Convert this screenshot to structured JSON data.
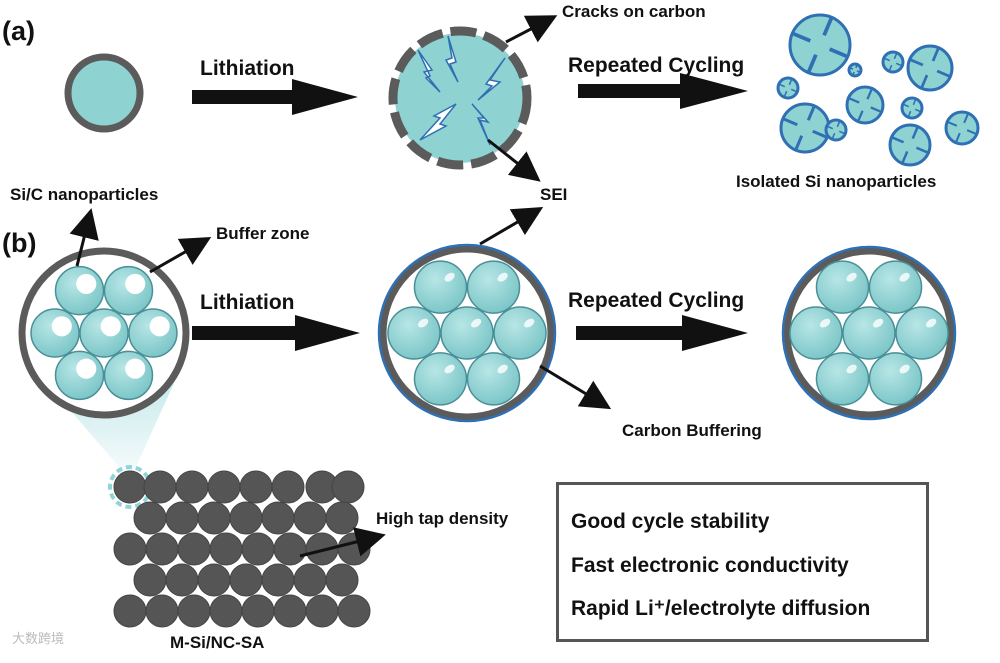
{
  "panel_a": {
    "label": "(a)",
    "step1": "Lithiation",
    "step2": "Repeated Cycling",
    "cracks_label": "Cracks on carbon",
    "sei_label": "SEI",
    "result_label": "Isolated Si nanoparticles"
  },
  "panel_b": {
    "label": "(b)",
    "particles_label": "Si/C nanoparticles",
    "buffer_label": "Buffer zone",
    "step1": "Lithiation",
    "step2": "Repeated Cycling",
    "carbon_label": "Carbon Buffering",
    "density_label": "High tap density",
    "material_label": "M-Si/NC-SA"
  },
  "benefits": {
    "items": [
      "Good cycle stability",
      "Fast electronic conductivity",
      "Rapid Li⁺/electrolyte diffusion"
    ]
  },
  "watermark": "大数跨境",
  "colors": {
    "si_fill": "#8ed2d2",
    "carbon_shell": "#5b5b5b",
    "sei": "#2f70b4",
    "arrow": "#111111"
  }
}
